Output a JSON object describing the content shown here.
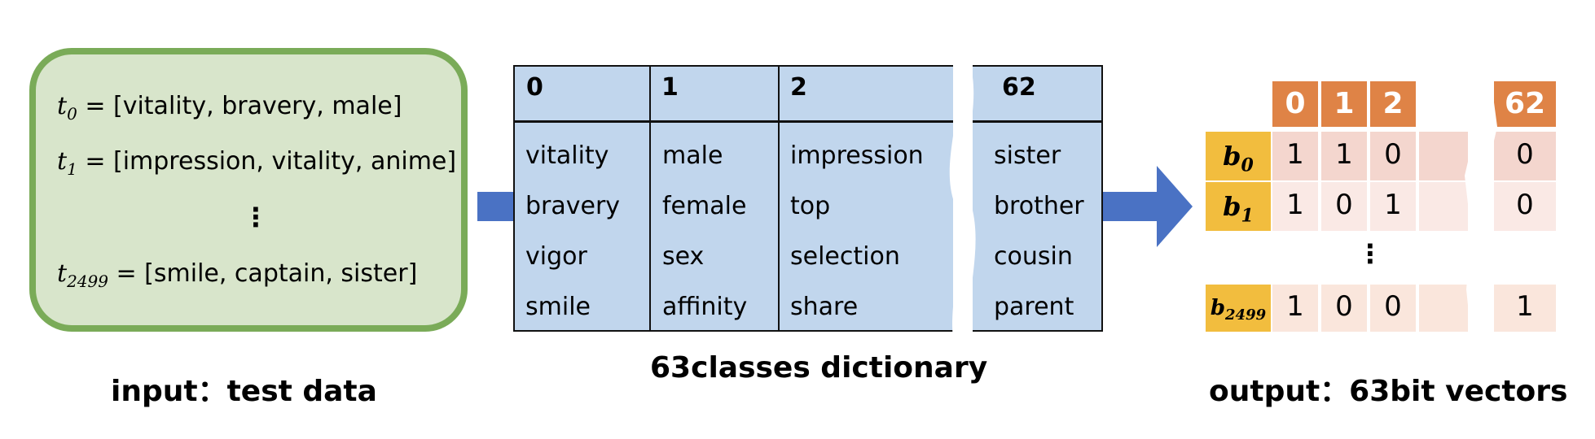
{
  "input": {
    "lines": [
      {
        "var": "t",
        "sub": "0",
        "text": " = [vitality, bravery, male]"
      },
      {
        "var": "t",
        "sub": "1",
        "text": " = [impression, vitality, anime]"
      },
      {
        "var": "t",
        "sub": "2499",
        "text": " = [smile, captain, sister]"
      }
    ],
    "ellipsis": "⋮",
    "caption": "input：test data"
  },
  "dictionary": {
    "caption": "63classes dictionary",
    "columns": [
      {
        "header": "0",
        "words": [
          "vitality",
          "bravery",
          "vigor",
          "smile"
        ]
      },
      {
        "header": "1",
        "words": [
          "male",
          "female",
          "sex",
          "affinity"
        ]
      },
      {
        "header": "2",
        "words": [
          "impression",
          "top",
          "selection",
          "share"
        ]
      },
      {
        "header": "62",
        "words": [
          "sister",
          "brother",
          "cousin",
          "parent"
        ]
      }
    ]
  },
  "output": {
    "caption": "output：63bit vectors",
    "headers": [
      "0",
      "1",
      "2",
      "62"
    ],
    "rows": [
      {
        "var": "b",
        "sub": "0",
        "values": [
          "1",
          "1",
          "0",
          "0"
        ]
      },
      {
        "var": "b",
        "sub": "1",
        "values": [
          "1",
          "0",
          "1",
          "0"
        ]
      },
      {
        "var": "b",
        "sub": "2499",
        "values": [
          "1",
          "0",
          "0",
          "1"
        ]
      }
    ],
    "ellipsis": "⋮"
  },
  "colors": {
    "input_fill": "#d8e5cb",
    "input_border": "#7aab58",
    "dictionary_fill": "#c1d6ed",
    "arrow": "#4a72c4",
    "header_orange": "#df8346",
    "row_label_yellow": "#f2bd3e",
    "row0_fill": "#f4d6ce",
    "row1_fill": "#fae9e5",
    "row2_fill": "#fae6dc"
  }
}
